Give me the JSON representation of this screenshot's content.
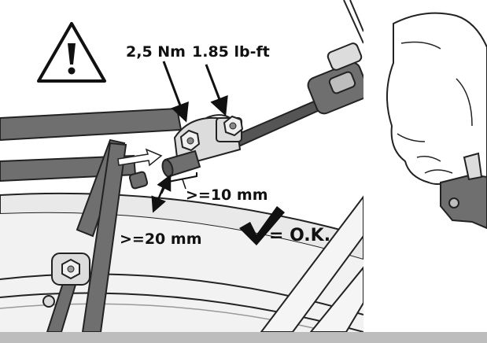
{
  "labels": {
    "torque_nm": "2,5 Nm",
    "torque_lbft": "1.85 lb-ft",
    "min_insert": ">=10 mm",
    "min_clearance": ">=20 mm",
    "ok": "= O.K."
  },
  "colors": {
    "outline": "#222222",
    "metal": "#6f6f6f",
    "light_metal": "#dcdcdc",
    "fender": "#e9e9e9",
    "bottom_bar": "#bdbdbd"
  },
  "icons": [
    "warning-triangle-icon",
    "checkmark-icon",
    "hex-bolt-icon",
    "arrow-icon"
  ]
}
